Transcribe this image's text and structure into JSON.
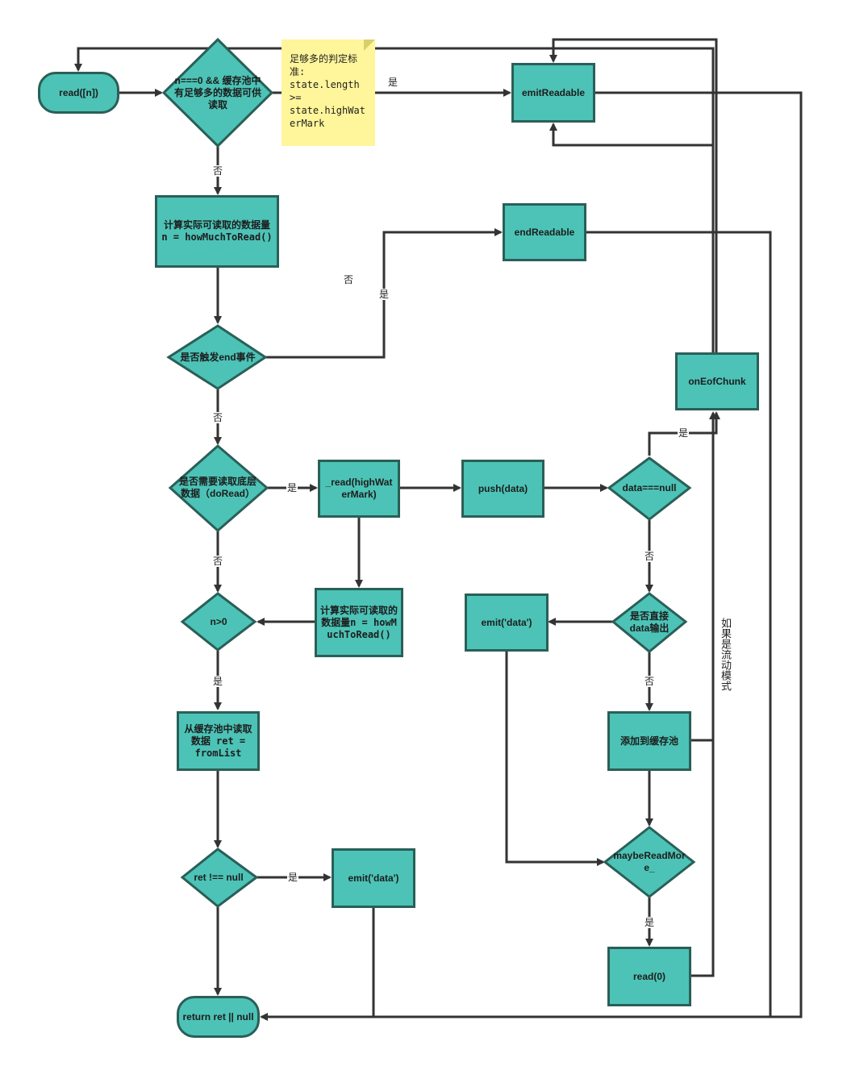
{
  "nodes": {
    "read_n": "read([n])",
    "enough_buffer": "n===0 && 缓存池中有足够多的数据可供读取",
    "emit_readable": "emitReadable",
    "calc_n": "计算实际可读取的数据量 n = howMuchToRead()",
    "end_readable": "endReadable",
    "trigger_end": "是否触发end事件",
    "on_eof_chunk": "onEofChunk",
    "need_do_read": "是否需要读取底层数据（doRead）",
    "read_hwm": "_read(highWaterMark)",
    "push_data": "push(data)",
    "data_null": "data===null",
    "n_gt_0": "n>0",
    "calc_n2": "计算实际可读取的数据量n = howMuchToRead()",
    "emit_data_right": "emit('data')",
    "direct_output": "是否直接data输出",
    "from_list": "从缓存池中读取数据 ret = fromList",
    "add_buffer": "添加到缓存池",
    "ret_not_null": "ret !== null",
    "emit_data_left": "emit('data')",
    "maybe_read_more": "maybeReadMore_",
    "read_0": "read(0)",
    "return_ret": "return ret || null"
  },
  "note": {
    "lines": [
      "足够多的判定标准:",
      "state.length",
      ">=",
      "state.highWaterMark"
    ]
  },
  "edge_labels": {
    "yes": "是",
    "no": "否"
  },
  "flowing_mode": "如果是流动模式",
  "colors": {
    "node_fill": "#4cc3b6",
    "node_border": "#2a5f58",
    "edge": "#333333",
    "note_fill": "#fff59a"
  }
}
